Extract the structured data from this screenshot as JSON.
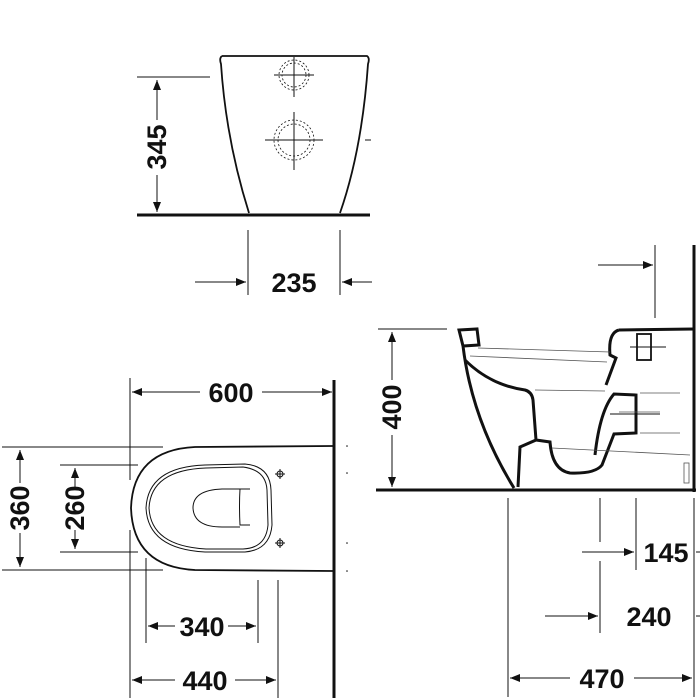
{
  "drawing": {
    "subject": "wall-hung toilet technical drawing",
    "views": {
      "rear": {
        "dimensions": {
          "height": "345",
          "width": "235"
        }
      },
      "top": {
        "dimensions": {
          "length": "600",
          "width_outer": "360",
          "width_inner": "260",
          "fix_distance": "340",
          "depth": "440"
        }
      },
      "side": {
        "dimensions": {
          "height": "400",
          "d1": "145",
          "d2": "240",
          "depth": "470"
        }
      }
    }
  }
}
